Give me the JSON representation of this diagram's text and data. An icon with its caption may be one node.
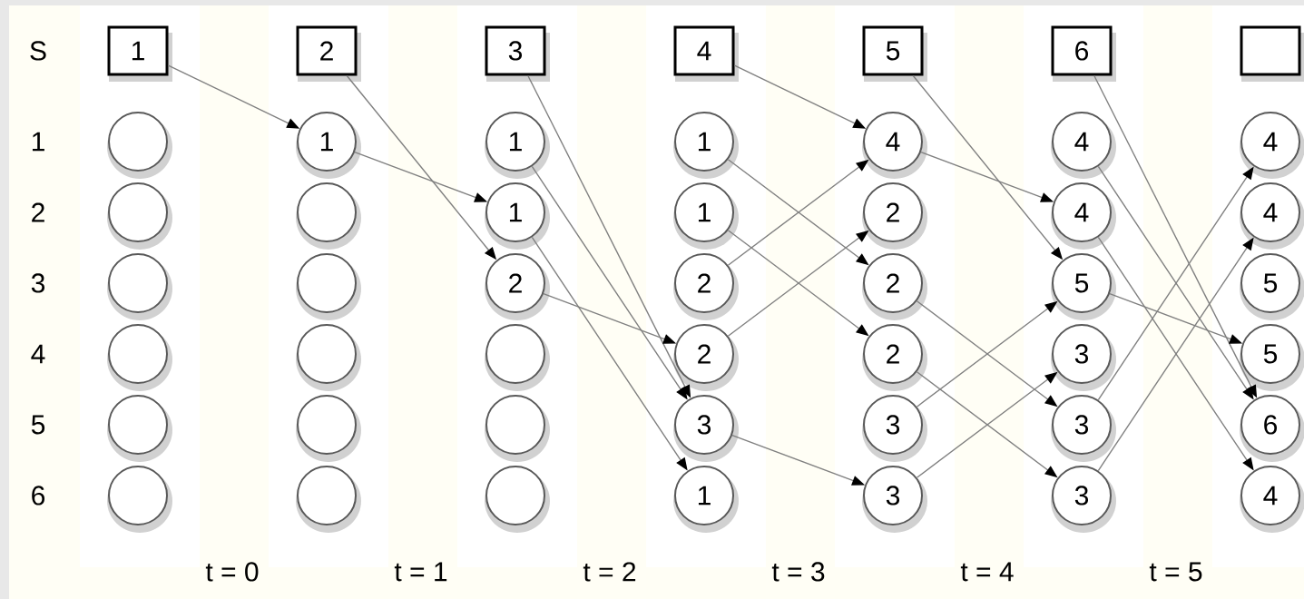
{
  "diagram": {
    "nodes": [
      {
        "text": [
          "1"
        ]
      },
      {
        "text": [
          "2"
        ]
      },
      {
        "text": [
          "3"
        ]
      },
      {
        "text": [
          "4"
        ]
      },
      {
        "text": [
          "5"
        ]
      },
      {
        "text": [
          "6"
        ]
      },
      {
        "text": [],
        "shape": "box"
      },
      {
        "text": [],
        "shape": "circle"
      },
      {
        "text": [
          "1"
        ]
      },
      {
        "text": [
          "1"
        ]
      },
      {
        "text": [
          "1"
        ]
      },
      {
        "text": [
          "4"
        ]
      },
      {
        "text": [
          "4"
        ]
      },
      {
        "text": [
          "4"
        ]
      },
      {
        "text": [],
        "shape": "circle"
      },
      {
        "text": [],
        "shape": "circle"
      },
      {
        "text": [
          "1"
        ]
      },
      {
        "text": [
          "1"
        ]
      },
      {
        "text": [
          "2"
        ]
      },
      {
        "text": [
          "4"
        ]
      },
      {
        "text": [
          "4"
        ]
      },
      {
        "text": [],
        "shape": "circle"
      },
      {
        "text": [],
        "shape": "circle"
      },
      {
        "text": [
          "2"
        ]
      },
      {
        "text": [
          "2"
        ]
      },
      {
        "text": [
          "2"
        ]
      },
      {
        "text": [
          "5"
        ]
      },
      {
        "text": [
          "5"
        ]
      },
      {
        "text": [],
        "shape": "circle"
      },
      {
        "text": [],
        "shape": "circle"
      },
      {
        "text": [],
        "shape": "circle"
      },
      {
        "text": [
          "2"
        ]
      },
      {
        "text": [
          "2"
        ]
      },
      {
        "text": [
          "3"
        ]
      },
      {
        "text": [
          "5"
        ]
      },
      {
        "text": [],
        "shape": "circle"
      },
      {
        "text": [],
        "shape": "circle"
      },
      {
        "text": [],
        "shape": "circle"
      },
      {
        "text": [
          "3"
        ]
      },
      {
        "text": [
          "3"
        ]
      },
      {
        "text": [
          "3"
        ]
      },
      {
        "text": [
          "6"
        ]
      },
      {
        "text": [],
        "shape": "circle"
      },
      {
        "text": [],
        "shape": "circle"
      },
      {
        "text": [],
        "shape": "circle"
      },
      {
        "text": [
          "1"
        ]
      },
      {
        "text": [
          "3"
        ]
      },
      {
        "text": [
          "3"
        ]
      },
      {
        "text": [
          "4"
        ]
      }
    ],
    "edges": [
      {
        "from": 0,
        "to": 8,
        "arrow": "to"
      },
      {
        "from": 8,
        "to": 16,
        "arrow": "to"
      },
      {
        "from": 1,
        "to": 23,
        "arrow": "to"
      },
      {
        "from": 2,
        "to": 38,
        "arrow": "to"
      },
      {
        "from": 9,
        "to": 38,
        "arrow": "to"
      },
      {
        "from": 16,
        "to": 45,
        "arrow": "to"
      },
      {
        "from": 23,
        "to": 31,
        "arrow": "to"
      },
      {
        "from": 3,
        "to": 11,
        "arrow": "to"
      },
      {
        "from": 10,
        "to": 25,
        "arrow": "to"
      },
      {
        "from": 17,
        "to": 32,
        "arrow": "to"
      },
      {
        "from": 24,
        "to": 11,
        "arrow": "to"
      },
      {
        "from": 31,
        "to": 18,
        "arrow": "to"
      },
      {
        "from": 38,
        "to": 46,
        "arrow": "to"
      },
      {
        "from": 4,
        "to": 26,
        "arrow": "to"
      },
      {
        "from": 11,
        "to": 19,
        "arrow": "to"
      },
      {
        "from": 25,
        "to": 40,
        "arrow": "to"
      },
      {
        "from": 32,
        "to": 47,
        "arrow": "to"
      },
      {
        "from": 39,
        "to": 26,
        "arrow": "to"
      },
      {
        "from": 46,
        "to": 33,
        "arrow": "to"
      },
      {
        "from": 5,
        "to": 41,
        "arrow": "to"
      },
      {
        "from": 12,
        "to": 41,
        "arrow": "to"
      },
      {
        "from": 19,
        "to": 48,
        "arrow": "to"
      },
      {
        "from": 26,
        "to": 34,
        "arrow": "to"
      },
      {
        "from": 40,
        "to": 13,
        "arrow": "to"
      },
      {
        "from": 47,
        "to": 20,
        "arrow": "to"
      }
    ],
    "labels": [
      "S",
      "1",
      "2",
      "3",
      "4",
      "5",
      "6",
      "t = 0",
      "t = 1",
      "t = 2",
      "t = 3",
      "t = 4",
      "t = 5"
    ]
  }
}
